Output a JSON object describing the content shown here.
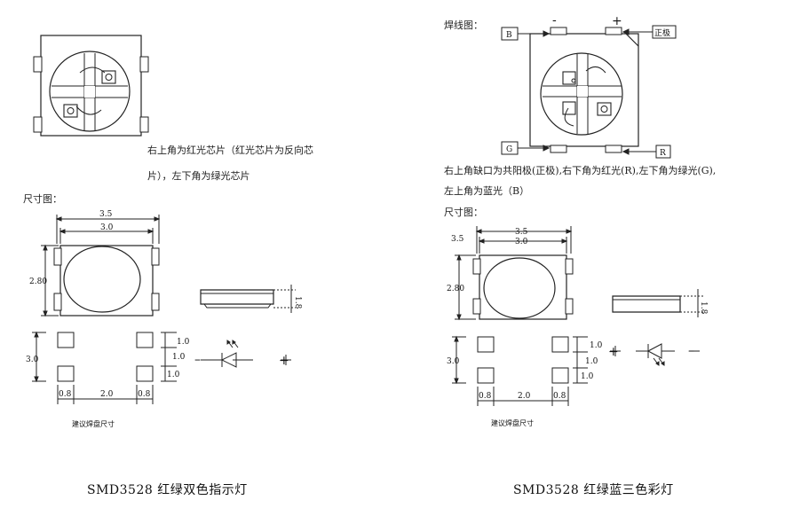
{
  "left": {
    "note_line1": "右上角为红光芯片（红光芯片为反向芯",
    "note_line2": "片），左下角为绿光芯片",
    "size_label": "尺寸图：",
    "dim_35": "3.5",
    "dim_30": "3.0",
    "dim_280": "2.80",
    "dim_18": "1.8",
    "pad_10a": "1.0",
    "pad_10b": "1.0",
    "pad_10c": "1.0",
    "pad_30": "3.0",
    "pad_08a": "0.8",
    "pad_20": "2.0",
    "pad_08b": "0.8",
    "pad_caption": "建议焊盘尺寸",
    "minus": "–",
    "plus": "+",
    "caption": "SMD3528 红绿双色指示灯"
  },
  "right": {
    "wiring_label": "焊线图：",
    "box_b": "B",
    "box_pos": "正极",
    "box_g": "G",
    "box_r": "R",
    "top_minus": "-",
    "top_plus": "+",
    "desc_line1": "右上角缺口为共阳极(正极),右下角为红光(R),左下角为绿光(G),",
    "desc_line2": "左上角为蓝光（B）",
    "size_label": "尺寸图：",
    "dim_35": "3.5",
    "dim_30": "3.0",
    "dim_280": "2.80",
    "dim_18": "1.8",
    "pad_10a": "1.0",
    "pad_10b": "1.0",
    "pad_10c": "1.0",
    "pad_30": "3.0",
    "pad_08a": "0.8",
    "pad_20": "2.0",
    "pad_08b": "0.8",
    "pad_caption": "建议焊盘尺寸",
    "plus": "+",
    "minus": "–",
    "caption": "SMD3528 红绿蓝三色彩灯"
  }
}
